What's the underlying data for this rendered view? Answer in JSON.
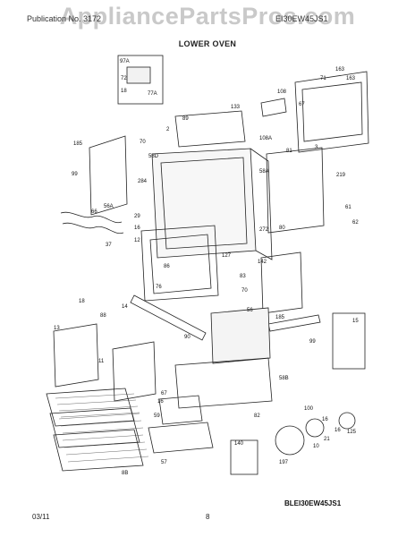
{
  "watermark": "AppliancePartsPros.com",
  "header": {
    "left": "Publication No. 3172",
    "right": "EI30EW45JS1",
    "title": "LOWER OVEN"
  },
  "callouts": [
    "97A",
    "72",
    "18",
    "77A",
    "71",
    "163",
    "163",
    "133",
    "108",
    "67",
    "89",
    "2",
    "3",
    "185",
    "70",
    "58D",
    "108A",
    "81",
    "99",
    "58A",
    "219",
    "284",
    "61",
    "56A",
    "66",
    "29",
    "62",
    "16",
    "272",
    "80",
    "37",
    "12",
    "86",
    "127",
    "142",
    "83",
    "76",
    "70",
    "18",
    "14",
    "88",
    "56",
    "185",
    "90",
    "99",
    "13",
    "15",
    "11",
    "58B",
    "16",
    "67",
    "59",
    "82",
    "100",
    "16",
    "16",
    "125",
    "21",
    "10",
    "140",
    "197",
    "57",
    "8B"
  ],
  "footer": {
    "date": "03/11",
    "page": "8",
    "diagram_code": "BLEI30EW45JS1"
  }
}
